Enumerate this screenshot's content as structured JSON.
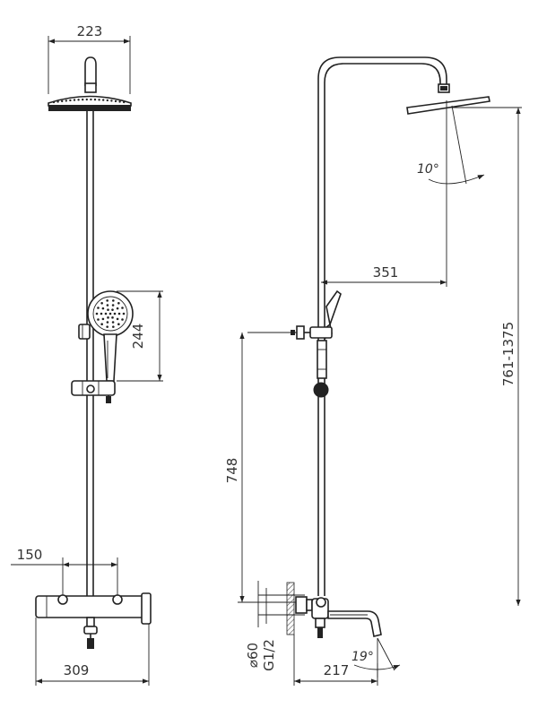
{
  "front_view": {
    "head_width": "223",
    "hand_shower_height": "244",
    "inlet_spacing": "150",
    "mixer_width": "309"
  },
  "side_view": {
    "head_angle": "10°",
    "arm_reach": "351",
    "bracket_height": "748",
    "total_height": "761-1375",
    "pipe_diameter": "⌀60",
    "thread": "G1/2",
    "spout_reach": "217",
    "spout_angle": "19°"
  }
}
